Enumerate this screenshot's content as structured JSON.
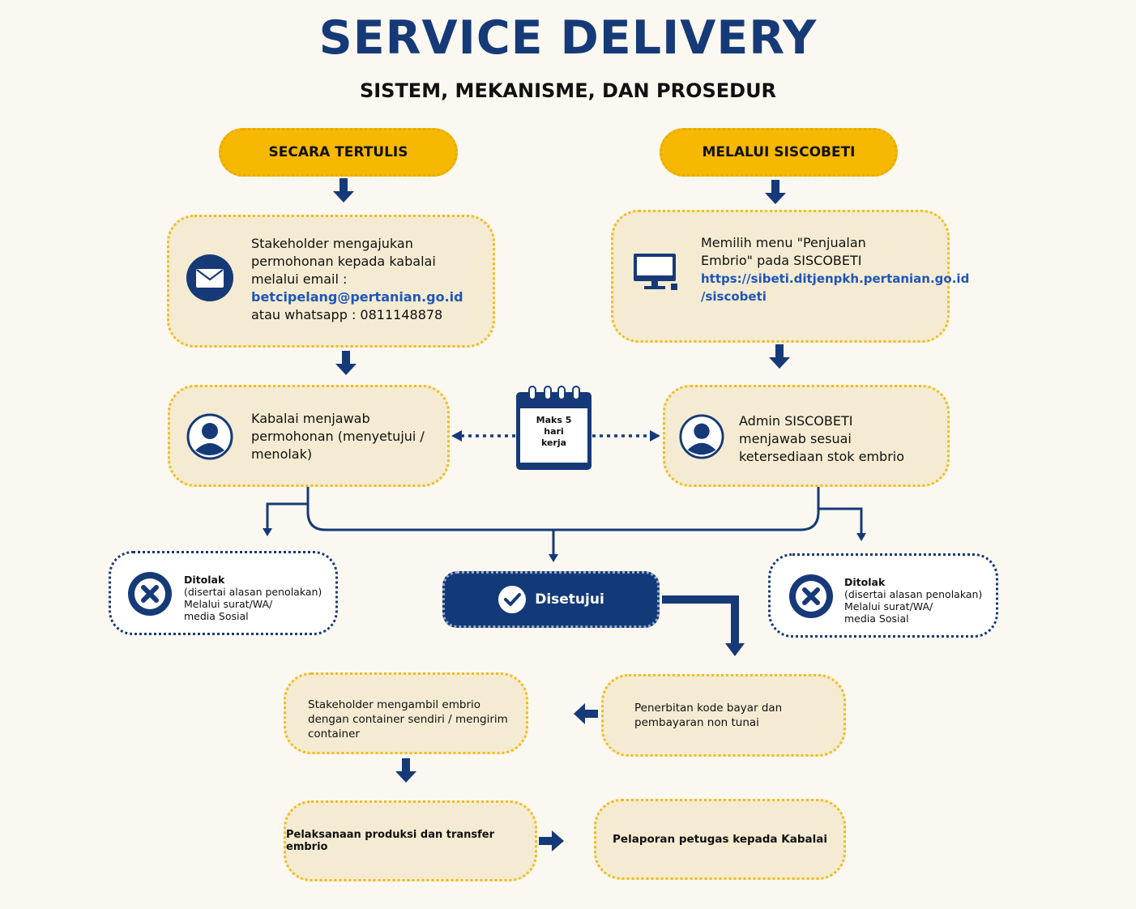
{
  "title": "SERVICE DELIVERY",
  "subtitle": "SISTEM, MEKANISME, DAN PROSEDUR",
  "left": {
    "header": "SECARA TERTULIS",
    "step1_line1": "Stakeholder mengajukan",
    "step1_line2": "permohonan kepada kabalai",
    "step1_line3": "melalui email :",
    "email": "betcipelang@pertanian.go.id",
    "whatsapp": "atau whatsapp : 0811148878",
    "step2_line1": "Kabalai menjawab",
    "step2_line2": "permohonan (menyetujui /",
    "step2_line3": "menolak)"
  },
  "right": {
    "header": "MELALUI SISCOBETI",
    "step1_line1": "Memilih menu \"Penjualan",
    "step1_line2": "Embrio\" pada SISCOBETI",
    "url_line1": "https://sibeti.ditjenpkh.pertanian.go.id",
    "url_line2": "/siscobeti",
    "step2_line1": "Admin SISCOBETI",
    "step2_line2": "menjawab sesuai",
    "step2_line3": "ketersediaan stok embrio"
  },
  "calendar": {
    "line1": "Maks 5",
    "line2": "hari",
    "line3": "kerja"
  },
  "rejected": {
    "title": "Ditolak",
    "line1": "(disertai alasan penolakan)",
    "line2": "Melalui surat/WA/",
    "line3": "media Sosial"
  },
  "approved": "Disetujui",
  "payment_line1": "Penerbitan kode bayar dan",
  "payment_line2": "pembayaran non tunai",
  "pickup_line1": "Stakeholder mengambil embrio",
  "pickup_line2": "dengan container sendiri / mengirim",
  "pickup_line3": "container",
  "production": "Pelaksanaan produksi dan transfer embrio",
  "report": "Pelaporan petugas kepada Kabalai",
  "colors": {
    "navy": "#163a78",
    "yellow": "#f6b800",
    "box": "#f4ebd2",
    "link": "#1f56b8"
  }
}
